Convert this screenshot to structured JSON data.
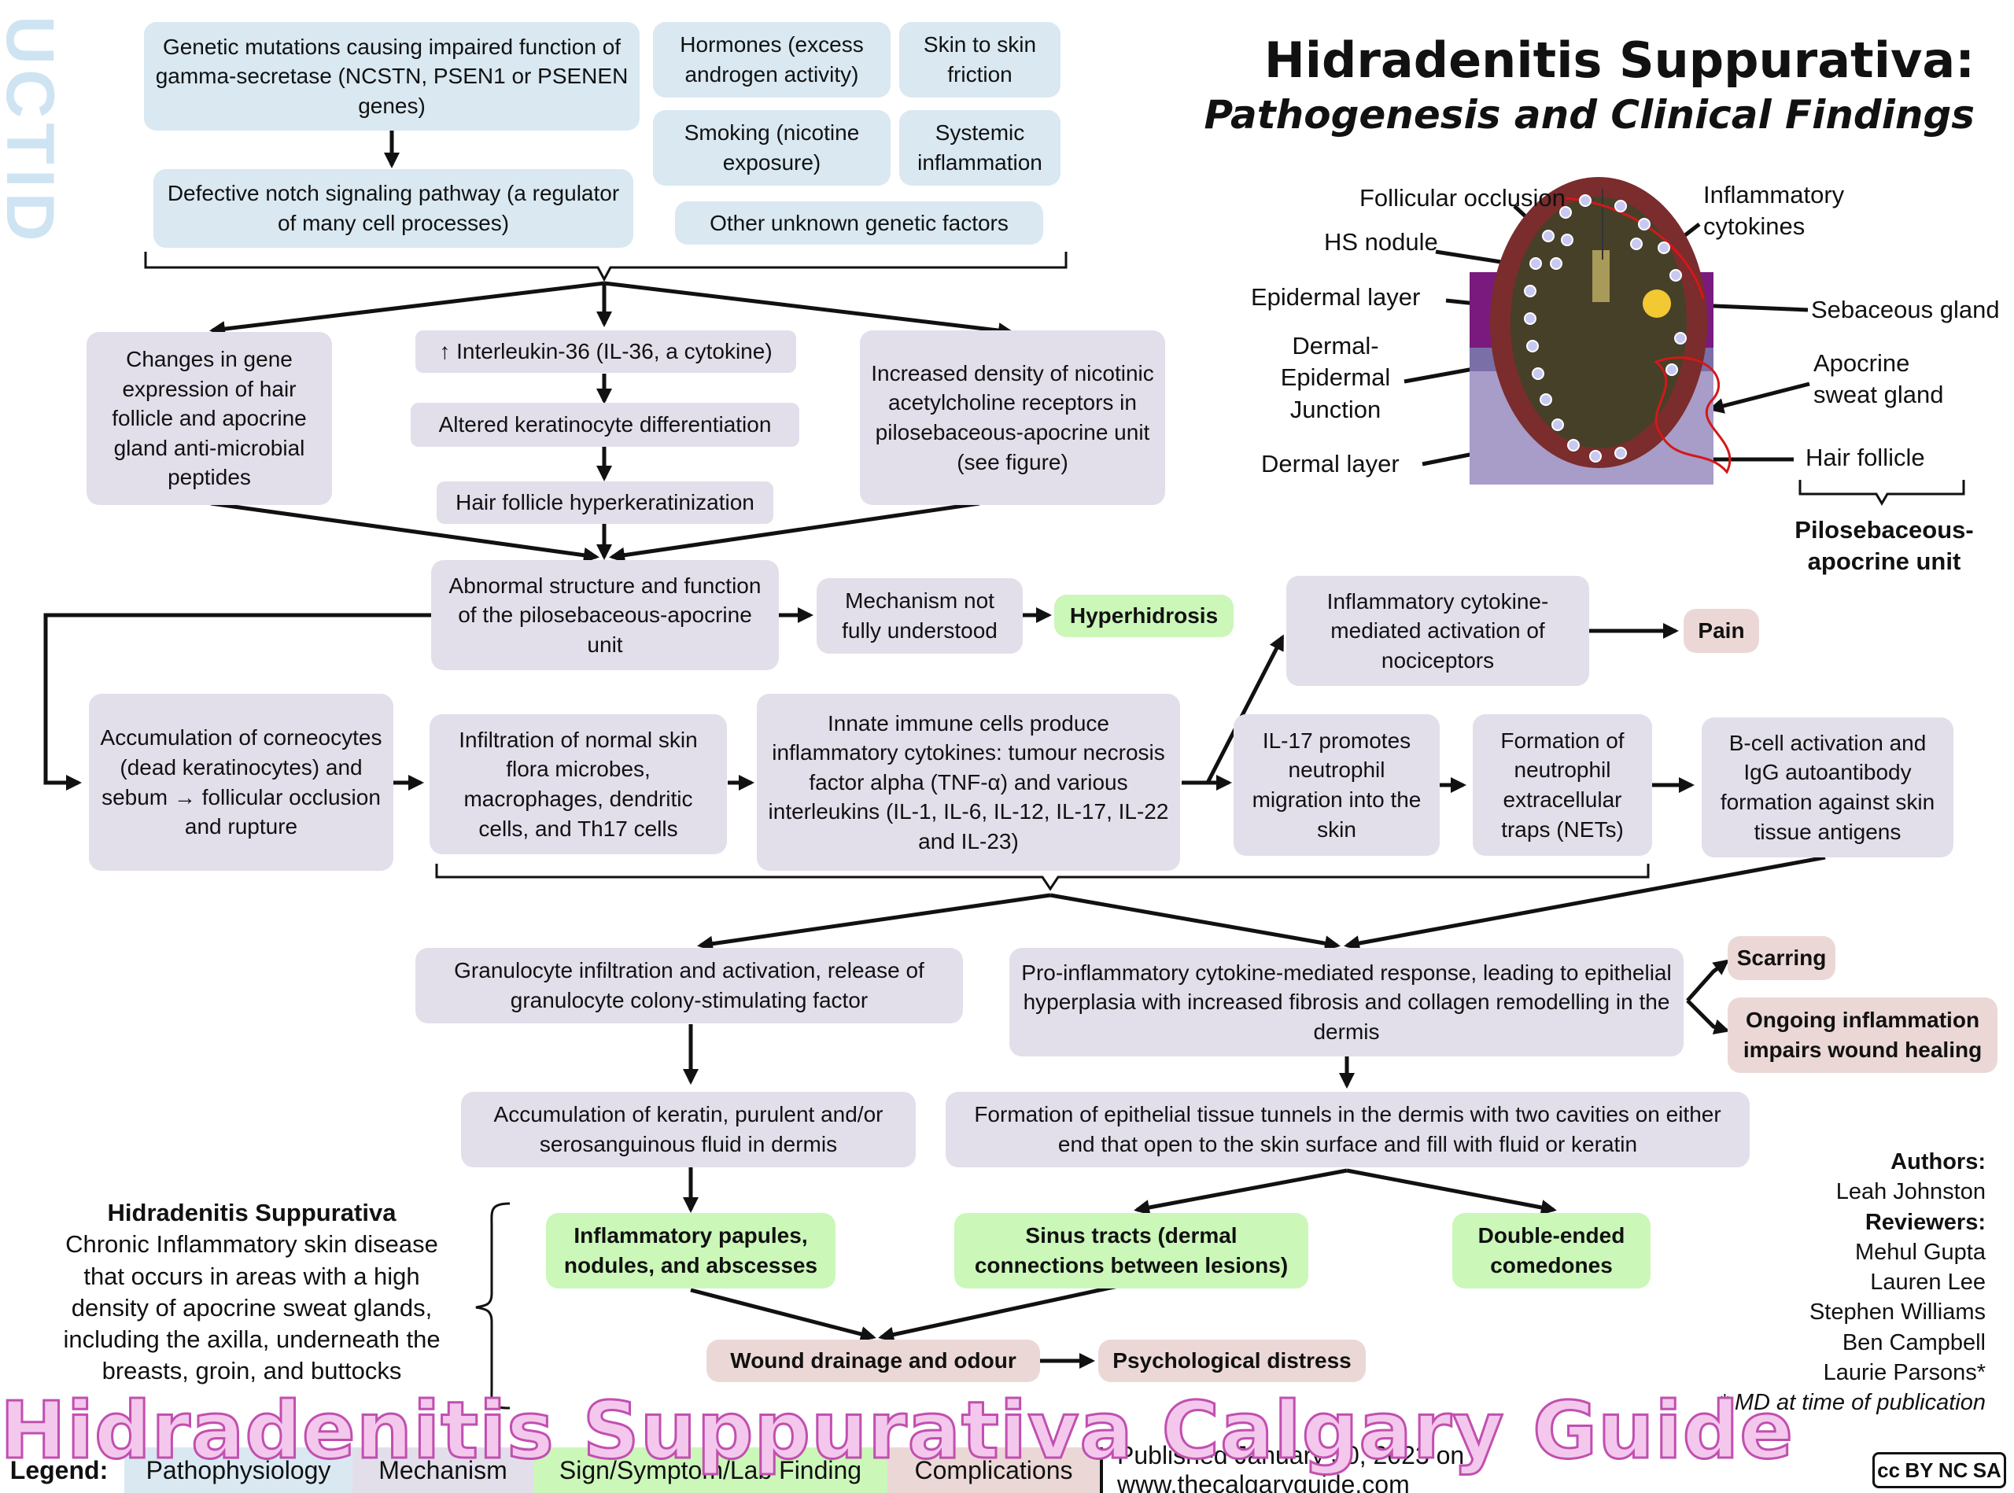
{
  "title": {
    "line1": "Hidradenitis Suppurativa:",
    "line2": "Pathogenesis and Clinical Findings"
  },
  "colors": {
    "pathophysiology": "#d9e8f1",
    "mechanism": "#e2dfeb",
    "sign": "#cbf7b9",
    "complication": "#ebd8d6",
    "watermark_fill": "#f3c8ec",
    "watermark_stroke": "#c24fb0"
  },
  "causes": {
    "genetic": "Genetic mutations causing impaired function of gamma-secretase (NCSTN, PSEN1 or PSENEN genes)",
    "notch": "Defective notch signaling pathway (a regulator of many cell processes)",
    "hormones": "Hormones (excess androgen activity)",
    "friction": "Skin to skin friction",
    "smoking": "Smoking (nicotine exposure)",
    "systemic": "Systemic inflammation",
    "unknown": "Other unknown genetic factors"
  },
  "mechanisms": {
    "gene_expression": "Changes in gene expression of hair follicle and apocrine gland anti-microbial peptides",
    "il36": "↑ Interleukin-36 (IL-36, a cytokine)",
    "keratinocyte": "Altered keratinocyte differentiation",
    "hyperkeratinization": "Hair follicle hyperkeratinization",
    "nicotinic": "Increased density of nicotinic acetylcholine receptors in pilosebaceous-apocrine unit (see figure)",
    "abnormal": "Abnormal structure and function of the pilosebaceous-apocrine unit",
    "not_understood": "Mechanism not fully understood",
    "nociceptors": "Inflammatory cytokine-mediated activation of nociceptors",
    "corneocytes": "Accumulation of corneocytes (dead keratinocytes) and sebum → follicular occlusion and rupture",
    "infiltration": "Infiltration of normal skin flora microbes, macrophages, dendritic cells, and Th17 cells",
    "innate": "Innate immune cells produce inflammatory cytokines: tumour necrosis factor alpha (TNF-α) and various interleukins (IL-1, IL-6, IL-12, IL-17, IL-22 and IL-23)",
    "il17": "IL-17 promotes neutrophil migration into the skin",
    "nets": "Formation of neutrophil extracellular traps (NETs)",
    "bcell": "B-cell activation and IgG autoantibody formation against skin tissue antigens",
    "granulocyte": "Granulocyte infiltration and activation, release of granulocyte colony-stimulating factor",
    "proinflammatory": "Pro-inflammatory cytokine-mediated response, leading to epithelial hyperplasia with increased fibrosis and collagen remodelling in the dermis",
    "keratin_fluid": "Accumulation of keratin, purulent and/or serosanguinous fluid in dermis",
    "tunnels": "Formation of epithelial tissue tunnels in the dermis with two cavities on either end that open to the skin surface and fill with fluid or keratin"
  },
  "signs": {
    "hyperhidrosis": "Hyperhidrosis",
    "papules": "Inflammatory papules, nodules, and abscesses",
    "sinus": "Sinus tracts (dermal connections between lesions)",
    "comedones": "Double-ended comedones"
  },
  "complications": {
    "pain": "Pain",
    "scarring": "Scarring",
    "ongoing": "Ongoing inflammation impairs wound healing",
    "drainage": "Wound drainage and odour",
    "psych": "Psychological distress"
  },
  "figure_labels": {
    "follicular_occlusion": "Follicular occlusion",
    "hs_nodule": "HS nodule",
    "epidermal_layer": "Epidermal layer",
    "dej": "Dermal-Epidermal Junction",
    "dermal_layer": "Dermal layer",
    "cytokines": "Inflammatory cytokines",
    "sebaceous": "Sebaceous gland",
    "apocrine": "Apocrine sweat gland",
    "hair_follicle": "Hair follicle",
    "unit": "Pilosebaceous-apocrine unit"
  },
  "definition": {
    "heading": "Hidradenitis Suppurativa",
    "body": "Chronic Inflammatory skin disease that occurs in areas with a high density of apocrine sweat glands, including the axilla, underneath the breasts, groin, and buttocks"
  },
  "credits": {
    "authors_label": "Authors:",
    "author": "Leah Johnston",
    "reviewers_label": "Reviewers:",
    "reviewers": [
      "Mehul Gupta",
      "Lauren Lee",
      "Stephen Williams",
      "Ben Campbell",
      "Laurie Parsons*"
    ],
    "note": "* MD at time of publication"
  },
  "legend": {
    "label": "Legend:",
    "items": [
      "Pathophysiology",
      "Mechanism",
      "Sign/Symptom/Lab Finding",
      "Complications"
    ]
  },
  "published": "Published January 30, 2023 on www.thecalgaryguide.com",
  "watermark": "Hidradenitis Suppurativa Calgary Guide",
  "side_watermark": "UCTID",
  "license": [
    "cc",
    "BY",
    "NC",
    "SA"
  ]
}
